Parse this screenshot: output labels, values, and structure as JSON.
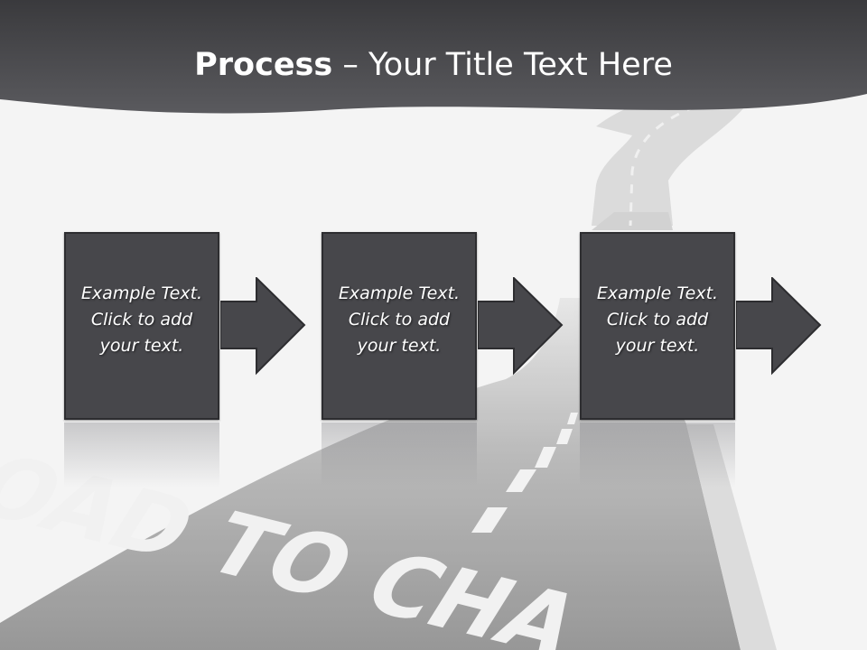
{
  "slide": {
    "title_bold": "Process",
    "title_rest": " – Your Title Text Here",
    "road_text": "ROAD TO CHA"
  },
  "steps": [
    {
      "text_line1": "Example Text.",
      "text_line2": "Click  to add",
      "text_line3": "your text."
    },
    {
      "text_line1": "Example Text.",
      "text_line2": "Click  to add",
      "text_line3": "your text."
    },
    {
      "text_line1": "Example Text.",
      "text_line2": "Click  to add",
      "text_line3": "your text."
    }
  ],
  "colors": {
    "header": "#4a4a4e",
    "box": "#47474b",
    "road": "#8a8a8a",
    "background": "#f4f4f4"
  }
}
